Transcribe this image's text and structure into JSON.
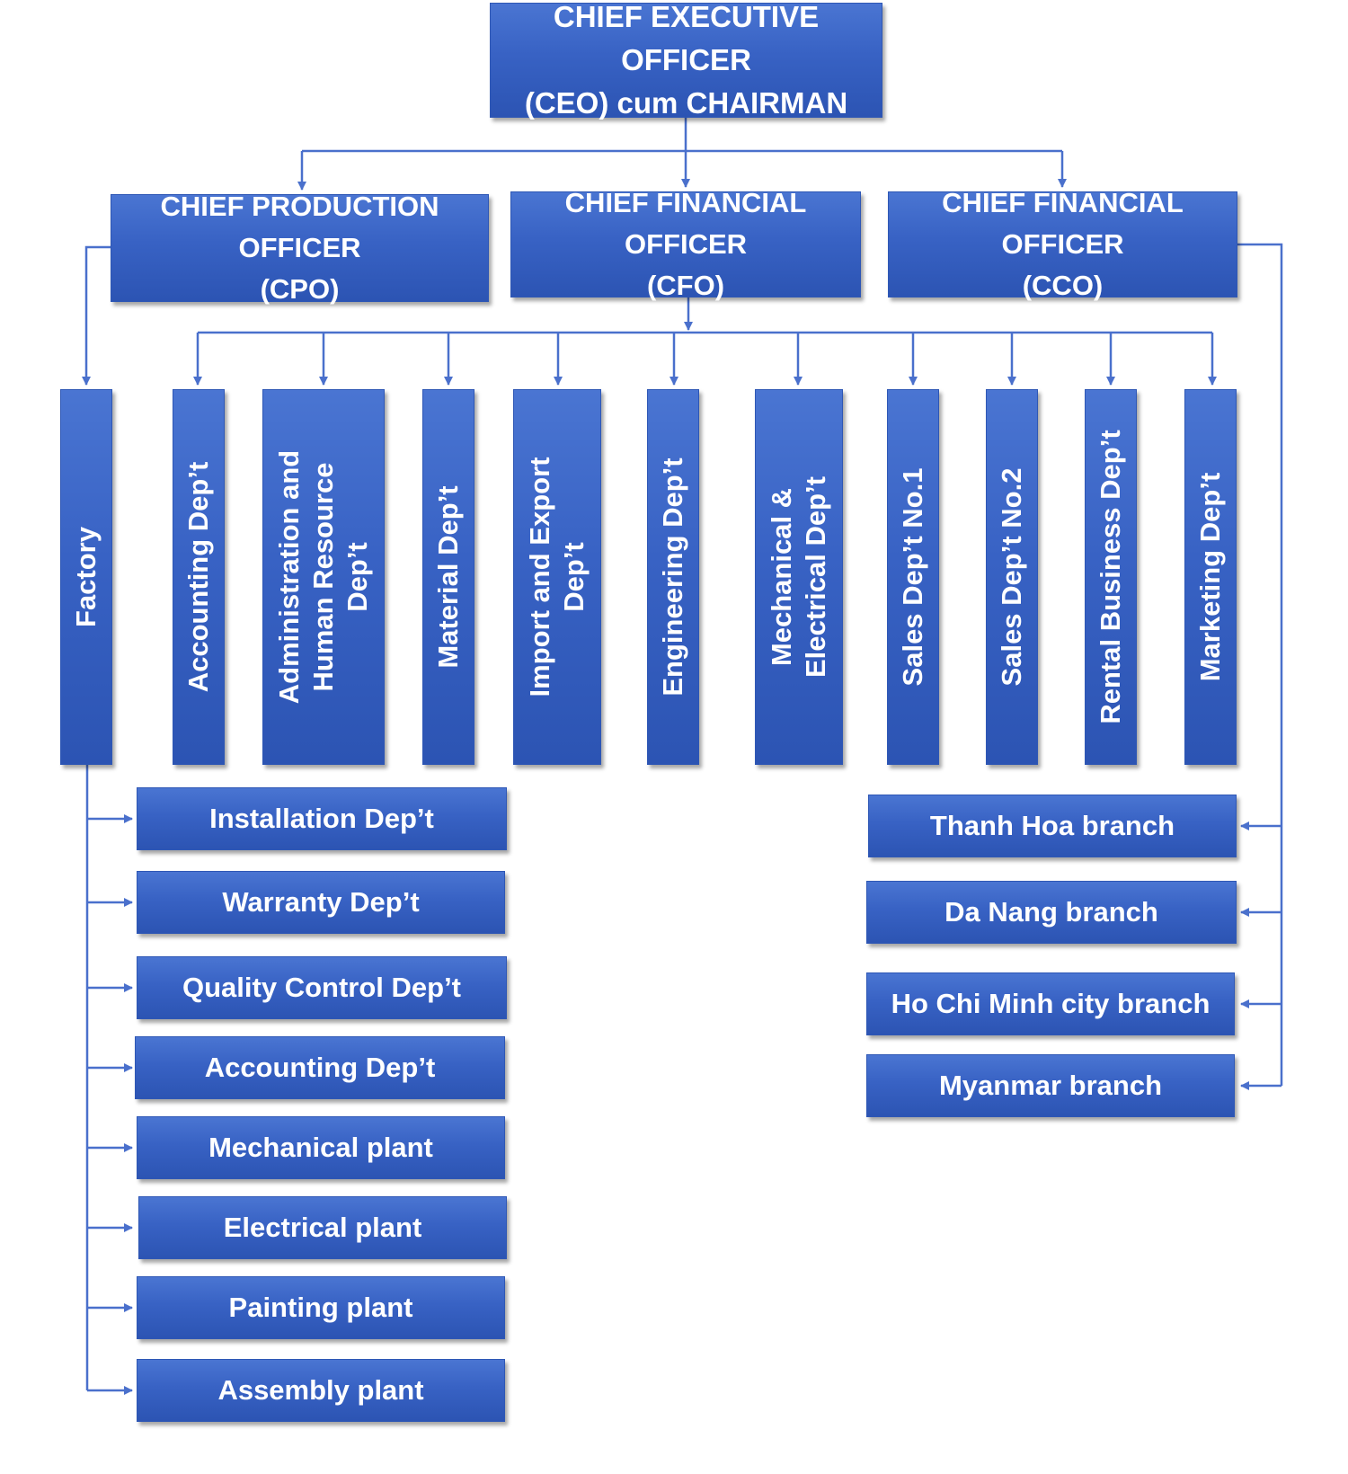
{
  "ceo": {
    "line1": "CHIEF EXECUTIVE OFFICER",
    "line2": "(CEO) cum CHAIRMAN"
  },
  "officers": [
    {
      "line1": "CHIEF PRODUCTION OFFICER",
      "line2": "(CPO)"
    },
    {
      "line1": "CHIEF FINANCIAL OFFICER",
      "line2": "(CFO)"
    },
    {
      "line1": "CHIEF FINANCIAL OFFICER",
      "line2": "(CCO)"
    }
  ],
  "departments": [
    "Factory",
    "Accounting Dep’t",
    "Administration and Human Resource Dep’t",
    "Material Dep’t",
    "Import and Export Dep’t",
    "Engineering Dep’t",
    "Mechanical & Electrical Dep’t",
    "Sales Dep’t No.1",
    "Sales Dep’t No.2",
    "Rental Business Dep’t",
    "Marketing Dep’t"
  ],
  "factory_units": [
    "Installation Dep’t",
    "Warranty Dep’t",
    "Quality Control Dep’t",
    "Accounting Dep’t",
    "Mechanical plant",
    "Electrical plant",
    "Painting plant",
    "Assembly plant"
  ],
  "branches": [
    "Thanh Hoa branch",
    "Da Nang branch",
    "Ho Chi Minh city branch",
    "Myanmar branch"
  ],
  "colors": {
    "box": "#3a64c6",
    "line": "#4a70cc",
    "text": "#ffffff"
  }
}
